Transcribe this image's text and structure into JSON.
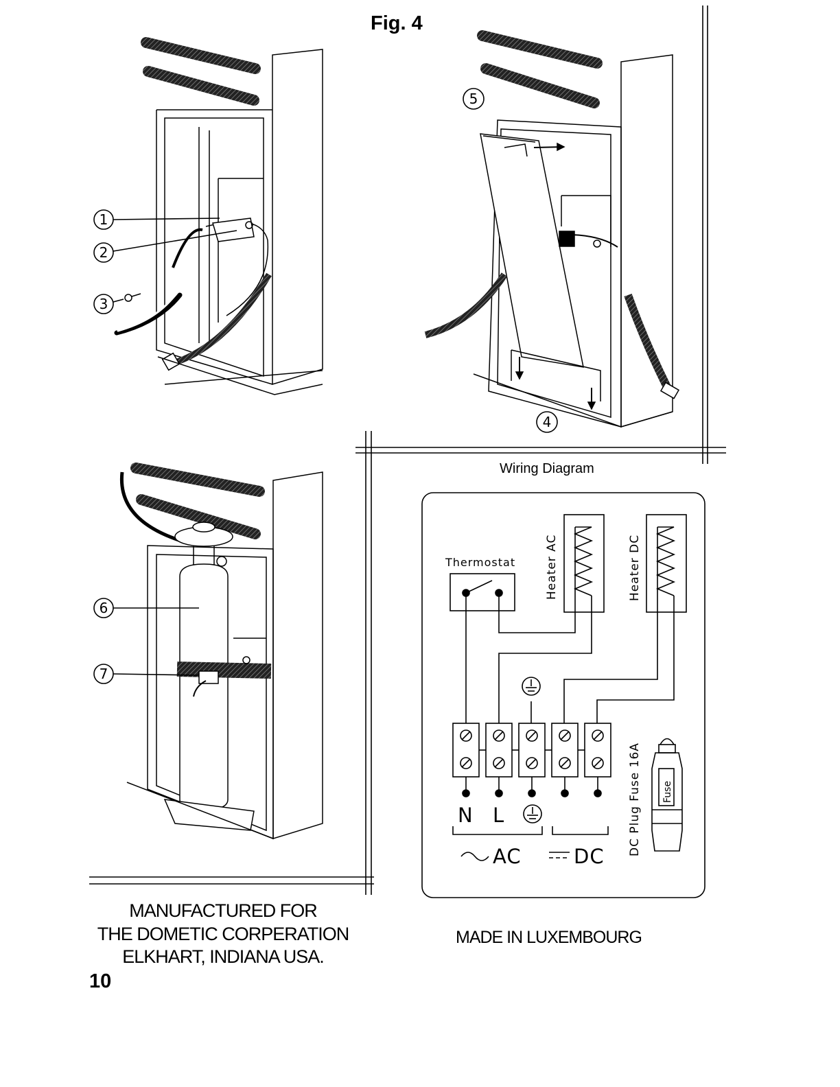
{
  "figure": {
    "title": "Fig. 4"
  },
  "callouts": [
    "1",
    "2",
    "3",
    "4",
    "5",
    "6",
    "7"
  ],
  "wiring": {
    "title": "Wiring Diagram",
    "thermostat": "Thermostat",
    "heater_ac": "Heater AC",
    "heater_dc": "Heater DC",
    "terminal_n": "N",
    "terminal_l": "L",
    "ac_label": "AC",
    "dc_label": "DC",
    "plug_label": "DC Plug Fuse 16A",
    "fuse_label": "Fuse"
  },
  "footer": {
    "manufacturer": [
      "MANUFACTURED FOR",
      "THE DOMETIC CORPERATION",
      "ELKHART, INDIANA USA."
    ],
    "made_in": "MADE IN LUXEMBOURG",
    "page_number": "10"
  }
}
